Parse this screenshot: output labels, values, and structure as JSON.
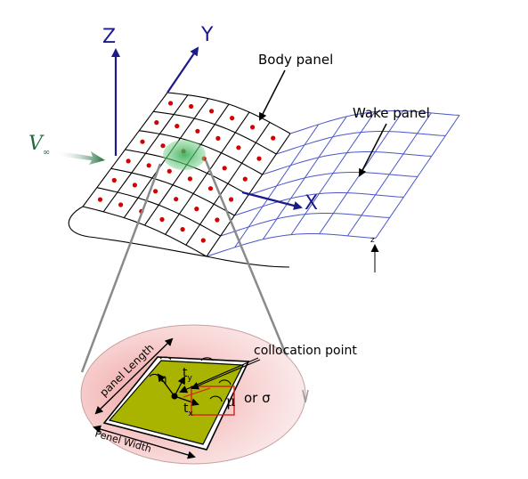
{
  "labels": {
    "axis_z": "Z",
    "axis_y": "Y",
    "axis_x": "X",
    "freestream_v": "V",
    "freestream_sub": "∞",
    "body_panel": "Body panel",
    "wake_panel": "Wake panel",
    "wake_z": "z",
    "collocation_point": "collocation point",
    "panel_length": "panel Length",
    "panel_width": "Penel Width",
    "eta": "η",
    "t_y": "t",
    "t_y_sub": "y",
    "t_x": "t",
    "t_x_sub": "x",
    "mu": "μ",
    "or_sigma": "or σ"
  },
  "colors": {
    "axis": "#1a1a8c",
    "wake_lines": "#4a56c8",
    "collocation_dots": "#d40000",
    "panel_fill": "#a8b400",
    "magnifier_fill": "#f6c6c6",
    "highlight_green": "#3cb44b",
    "freestream_arrow": "#1e6b3a",
    "element_box": "#d42020"
  },
  "grid": {
    "rows": 6,
    "cols": 6
  }
}
